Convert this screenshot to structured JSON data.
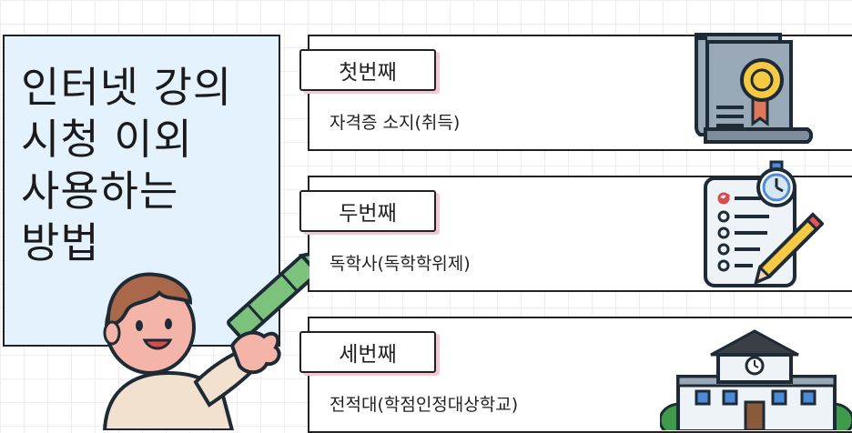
{
  "title": "인터넷 강의\n시청 이외\n사용하는\n방법",
  "cards": [
    {
      "tag": "첫번째",
      "text": "자격증 소지(취득)",
      "icon": "certificate-icon"
    },
    {
      "tag": "두번째",
      "text": "독학사(독학학위제)",
      "icon": "checklist-stopwatch-icon"
    },
    {
      "tag": "세번째",
      "text": "전적대(학점인정대상학교)",
      "icon": "school-building-icon"
    }
  ],
  "colors": {
    "panel_bg": "#e3f2fc",
    "tag_shadow": "#f2c8d2",
    "grid_line": "#eeeeee"
  }
}
